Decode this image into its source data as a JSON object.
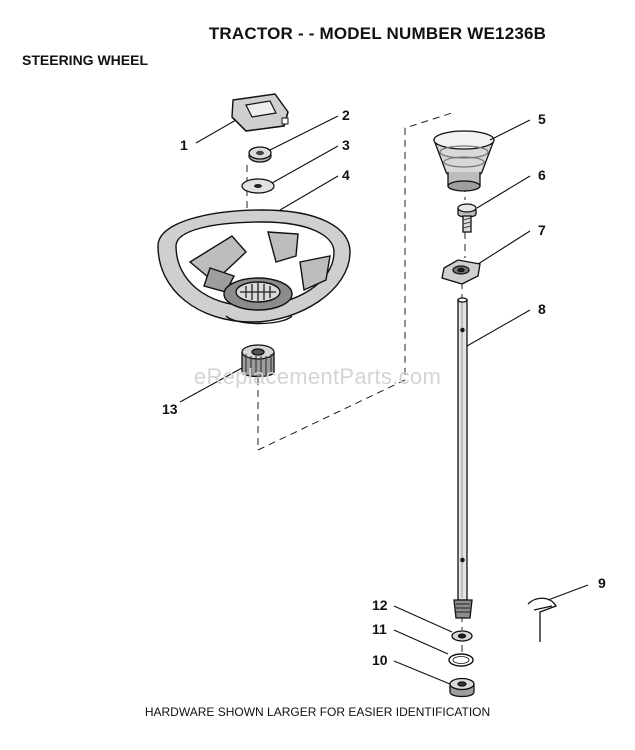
{
  "header": {
    "title": "TRACTOR - - MODEL NUMBER WE1236B",
    "section": "STEERING WHEEL"
  },
  "watermark": "eReplacementParts.com",
  "footer": "HARDWARE SHOWN LARGER FOR EASIER IDENTIFICATION",
  "callouts": [
    "1",
    "2",
    "3",
    "4",
    "5",
    "6",
    "7",
    "8",
    "9",
    "10",
    "11",
    "12",
    "13"
  ]
}
